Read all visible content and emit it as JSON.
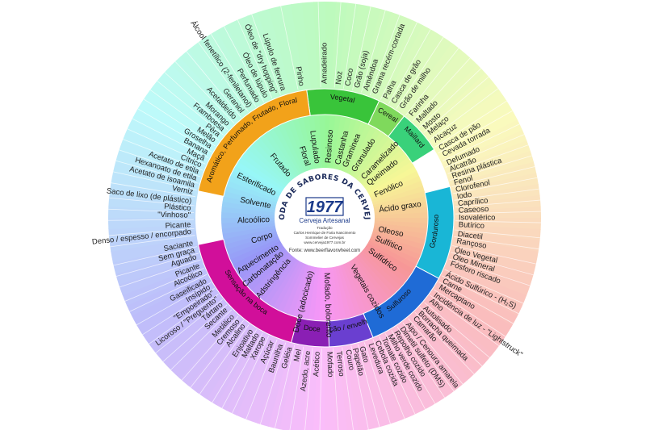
{
  "title": "RODA DE SABORES DA CERVEJA",
  "brand": {
    "logo_text": "1977",
    "subtitle": "Cerveja Artesanal",
    "credits": [
      "Tradução",
      "Carlos Henrique de Faria Nascimento",
      "Sommelier de Cervejas",
      "www.cerveja1977.com.br"
    ],
    "fonte": "Fonte: www.beerflavorwheel.com"
  },
  "inner_ring": [
    {
      "label": "Vegetal",
      "color": "#39c43a",
      "start": -8,
      "end": 25
    },
    {
      "label": "Cereal",
      "color": "#7fd95c",
      "start": 25,
      "end": 38
    },
    {
      "label": "Maillard",
      "color": "#39d17a",
      "start": 38,
      "end": 58
    },
    {
      "label": "Gorduroso",
      "color": "#19b6d6",
      "start": 76,
      "end": 118
    },
    {
      "label": "Sulfuroso",
      "color": "#1f6bd6",
      "start": 118,
      "end": 158
    },
    {
      "label": "Oxidação / envelhecido",
      "color": "#6a3fd0",
      "start": 158,
      "end": 178
    },
    {
      "label": "Doce",
      "color": "#8a1fb4",
      "start": 178,
      "end": 195
    },
    {
      "label": "Sensação na boca",
      "color": "#d10f9a",
      "start": 195,
      "end": 258
    },
    {
      "label": "Aromático, Perfumado, Frutado, Floral",
      "color": "#f2a21a",
      "start": 282,
      "end": 352
    }
  ],
  "middle_labels": [
    {
      "text": "Floral",
      "angle": 342,
      "r": 100
    },
    {
      "text": "Frutado",
      "angle": 320,
      "r": 100
    },
    {
      "text": "Esterificado",
      "angle": 296,
      "r": 100
    },
    {
      "text": "Solvente",
      "angle": 282,
      "r": 100
    },
    {
      "text": "Alcoólico",
      "angle": 268,
      "r": 100
    },
    {
      "text": "Corpo",
      "angle": 252,
      "r": 100
    },
    {
      "text": "Aquecimento",
      "angle": 238,
      "r": 100
    },
    {
      "text": "Carbonatação",
      "angle": 230,
      "r": 100
    },
    {
      "text": "Adstringência",
      "angle": 220,
      "r": 100
    },
    {
      "text": "Lupulado",
      "angle": 352,
      "r": 100
    },
    {
      "text": "Resinoso",
      "angle": 4,
      "r": 100
    },
    {
      "text": "Castanha",
      "angle": 14,
      "r": 100
    },
    {
      "text": "Graminea",
      "angle": 22,
      "r": 100
    },
    {
      "text": "Granulado",
      "angle": 32,
      "r": 100
    },
    {
      "text": "Caramelizado",
      "angle": 44,
      "r": 100
    },
    {
      "text": "Queimado",
      "angle": 52,
      "r": 100
    },
    {
      "text": "Fenólico",
      "angle": 66,
      "r": 100
    },
    {
      "text": "Ácido graxo",
      "angle": 82,
      "r": 100
    },
    {
      "text": "Oleoso",
      "angle": 102,
      "r": 100
    },
    {
      "text": "Sulfítico",
      "angle": 112,
      "r": 100
    },
    {
      "text": "Sulfídrico",
      "angle": 126,
      "r": 100
    },
    {
      "text": "Vegetais cozidos",
      "angle": 150,
      "r": 100
    },
    {
      "text": "Mofado, bolorento",
      "angle": 178,
      "r": 100
    },
    {
      "text": "Doce (adocicado)",
      "angle": 194,
      "r": 100
    }
  ],
  "outer_labels": [
    {
      "text": "Amadeirado",
      "angle": 0
    },
    {
      "text": "Noz",
      "angle": 6
    },
    {
      "text": "Coco",
      "angle": 10
    },
    {
      "text": "Grão (soja)",
      "angle": 14
    },
    {
      "text": "Amêndoa",
      "angle": 18
    },
    {
      "text": "Grama recém-cortada",
      "angle": 22
    },
    {
      "text": "Palha",
      "angle": 27
    },
    {
      "text": "Casca de grão",
      "angle": 31
    },
    {
      "text": "Grão de milho",
      "angle": 35
    },
    {
      "text": "Farinha",
      "angle": 40
    },
    {
      "text": "Maltado",
      "angle": 44
    },
    {
      "text": "Mosto",
      "angle": 48
    },
    {
      "text": "Melaço",
      "angle": 51
    },
    {
      "text": "Alcaçuz",
      "angle": 55
    },
    {
      "text": "Casca de pão",
      "angle": 59
    },
    {
      "text": "Cevada torrada",
      "angle": 62
    },
    {
      "text": "Defumado",
      "angle": 66
    },
    {
      "text": "Alcatrão",
      "angle": 69
    },
    {
      "text": "Resina plástica",
      "angle": 72
    },
    {
      "text": "Fenol",
      "angle": 75
    },
    {
      "text": "Clorofenol",
      "angle": 78
    },
    {
      "text": "Iodo",
      "angle": 81
    },
    {
      "text": "Caprílico",
      "angle": 84
    },
    {
      "text": "Caseoso",
      "angle": 87
    },
    {
      "text": "Isovalérico",
      "angle": 90
    },
    {
      "text": "Butírico",
      "angle": 93
    },
    {
      "text": "Diacetil",
      "angle": 97
    },
    {
      "text": "Rançoso",
      "angle": 100
    },
    {
      "text": "Óleo Vegetal",
      "angle": 104
    },
    {
      "text": "Óleo Mineral",
      "angle": 107
    },
    {
      "text": "Fósforo riscado",
      "angle": 110
    },
    {
      "text": "Ácido Sulfúrico - (H₂S)",
      "angle": 115
    },
    {
      "text": "Carne",
      "angle": 118
    },
    {
      "text": "Mercaptano",
      "angle": 121
    },
    {
      "text": "Incidência de luz - \"Lightstruck\"",
      "angle": 125
    },
    {
      "text": "Alho",
      "angle": 128
    },
    {
      "text": "Autolisado",
      "angle": 132
    },
    {
      "text": "Borracha queimada",
      "angle": 135
    },
    {
      "text": "Camarão",
      "angle": 138
    },
    {
      "text": "Aipo / Cenoura amarela",
      "angle": 142
    },
    {
      "text": "Dimetil sulfeto (DMS)",
      "angle": 145
    },
    {
      "text": "Repolho cozido",
      "angle": 148
    },
    {
      "text": "Milho verde cozido",
      "angle": 151
    },
    {
      "text": "Tomate cozido",
      "angle": 154
    },
    {
      "text": "Cebola cozida",
      "angle": 157
    },
    {
      "text": "Levedura",
      "angle": 160
    },
    {
      "text": "Gato",
      "angle": 164
    },
    {
      "text": "Papelão",
      "angle": 167
    },
    {
      "text": "Couro",
      "angle": 170
    },
    {
      "text": "Terroso",
      "angle": 174
    },
    {
      "text": "Mofado",
      "angle": 178
    },
    {
      "text": "Acético",
      "angle": 183
    },
    {
      "text": "Azedo, acre",
      "angle": 187
    },
    {
      "text": "Mel",
      "angle": 191
    },
    {
      "text": "Geléia",
      "angle": 195
    },
    {
      "text": "Baunilha",
      "angle": 199
    },
    {
      "text": "Açúcar",
      "angle": 203
    },
    {
      "text": "Xarope",
      "angle": 207
    },
    {
      "text": "Maltado",
      "angle": 210
    },
    {
      "text": "Enjoativo",
      "angle": 213
    },
    {
      "text": "Alcalino",
      "angle": 217
    },
    {
      "text": "Cremoso",
      "angle": 220
    },
    {
      "text": "Metálico",
      "angle": 223
    },
    {
      "text": "Secante",
      "angle": 227
    },
    {
      "text": "Tártaro",
      "angle": 230
    },
    {
      "text": "Licoroso / \"Preguento\"",
      "angle": 233
    },
    {
      "text": "\"Empoeirado\"",
      "angle": 236
    },
    {
      "text": "Insípido",
      "angle": 239
    },
    {
      "text": "Gaseificado",
      "angle": 242
    },
    {
      "text": "Alcoólico",
      "angle": 246
    },
    {
      "text": "Picante",
      "angle": 249
    },
    {
      "text": "Aguado",
      "angle": 253
    },
    {
      "text": "Sem graça",
      "angle": 256
    },
    {
      "text": "Saciante",
      "angle": 259
    },
    {
      "text": "Denso / espesso / encorpado",
      "angle": 264
    },
    {
      "text": "Picante",
      "angle": 267
    },
    {
      "text": "\"Vinhoso\"",
      "angle": 271
    },
    {
      "text": "Plástico",
      "angle": 274
    },
    {
      "text": "Saco de lixo (de plástico)",
      "angle": 277
    },
    {
      "text": "Verniz",
      "angle": 281
    },
    {
      "text": "Acetato de isoamila",
      "angle": 284
    },
    {
      "text": "Hexanoato de etila",
      "angle": 287
    },
    {
      "text": "Acetato de etila",
      "angle": 290
    },
    {
      "text": "Cítrico",
      "angle": 293
    },
    {
      "text": "Maçã",
      "angle": 296
    },
    {
      "text": "Banana",
      "angle": 299
    },
    {
      "text": "Groselha",
      "angle": 302
    },
    {
      "text": "Melão",
      "angle": 305
    },
    {
      "text": "Pêra",
      "angle": 308
    },
    {
      "text": "Framboesa",
      "angle": 311
    },
    {
      "text": "Morango",
      "angle": 314
    },
    {
      "text": "Acetaldeído",
      "angle": 318
    },
    {
      "text": "Geraniol",
      "angle": 322
    },
    {
      "text": "Álcool fenetílico (2-feniletanol)",
      "angle": 326
    },
    {
      "text": "Perfumado",
      "angle": 330
    },
    {
      "text": "Óleo de lúpulo",
      "angle": 334
    },
    {
      "text": "Óleo de \"dry hopping\"",
      "angle": 338
    },
    {
      "text": "Lúpulo de fervura",
      "angle": 342
    },
    {
      "text": "Pinho",
      "angle": 350
    }
  ]
}
